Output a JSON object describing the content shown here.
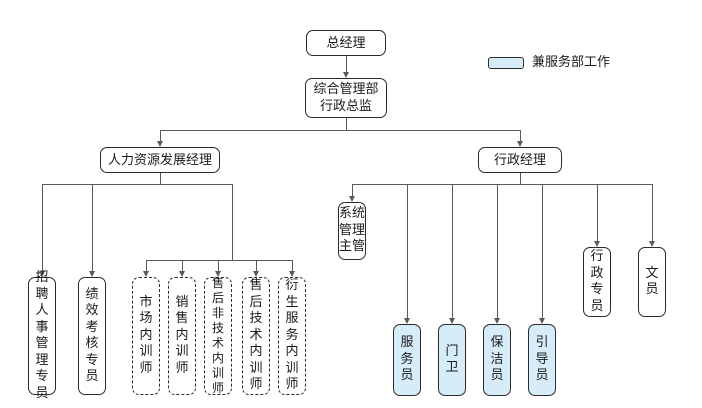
{
  "nodes": {
    "gm": "总经理",
    "admin_director_line1": "综合管理部",
    "admin_director_line2": "行政总监",
    "hr_manager": "人力资源发展经理",
    "admin_manager": "行政经理",
    "recruit": "招聘人事管理专员",
    "performance": "绩效考核专员",
    "market_trainer": "市场内训师",
    "sales_trainer": "销售内训师",
    "aftersales_nontech_trainer": "售后非技术内训师",
    "aftersales_tech_trainer": "售后技术内训师",
    "derivative_trainer": "衍生服务内训师",
    "system_admin": "系统管理主管",
    "service_staff": "服务员",
    "guard": "门卫",
    "cleaner": "保洁员",
    "guide": "引导员",
    "admin_specialist": "行政专员",
    "clerk": "文员"
  },
  "legend": {
    "label": "兼服务部工作",
    "color": "#d6ecf8"
  }
}
